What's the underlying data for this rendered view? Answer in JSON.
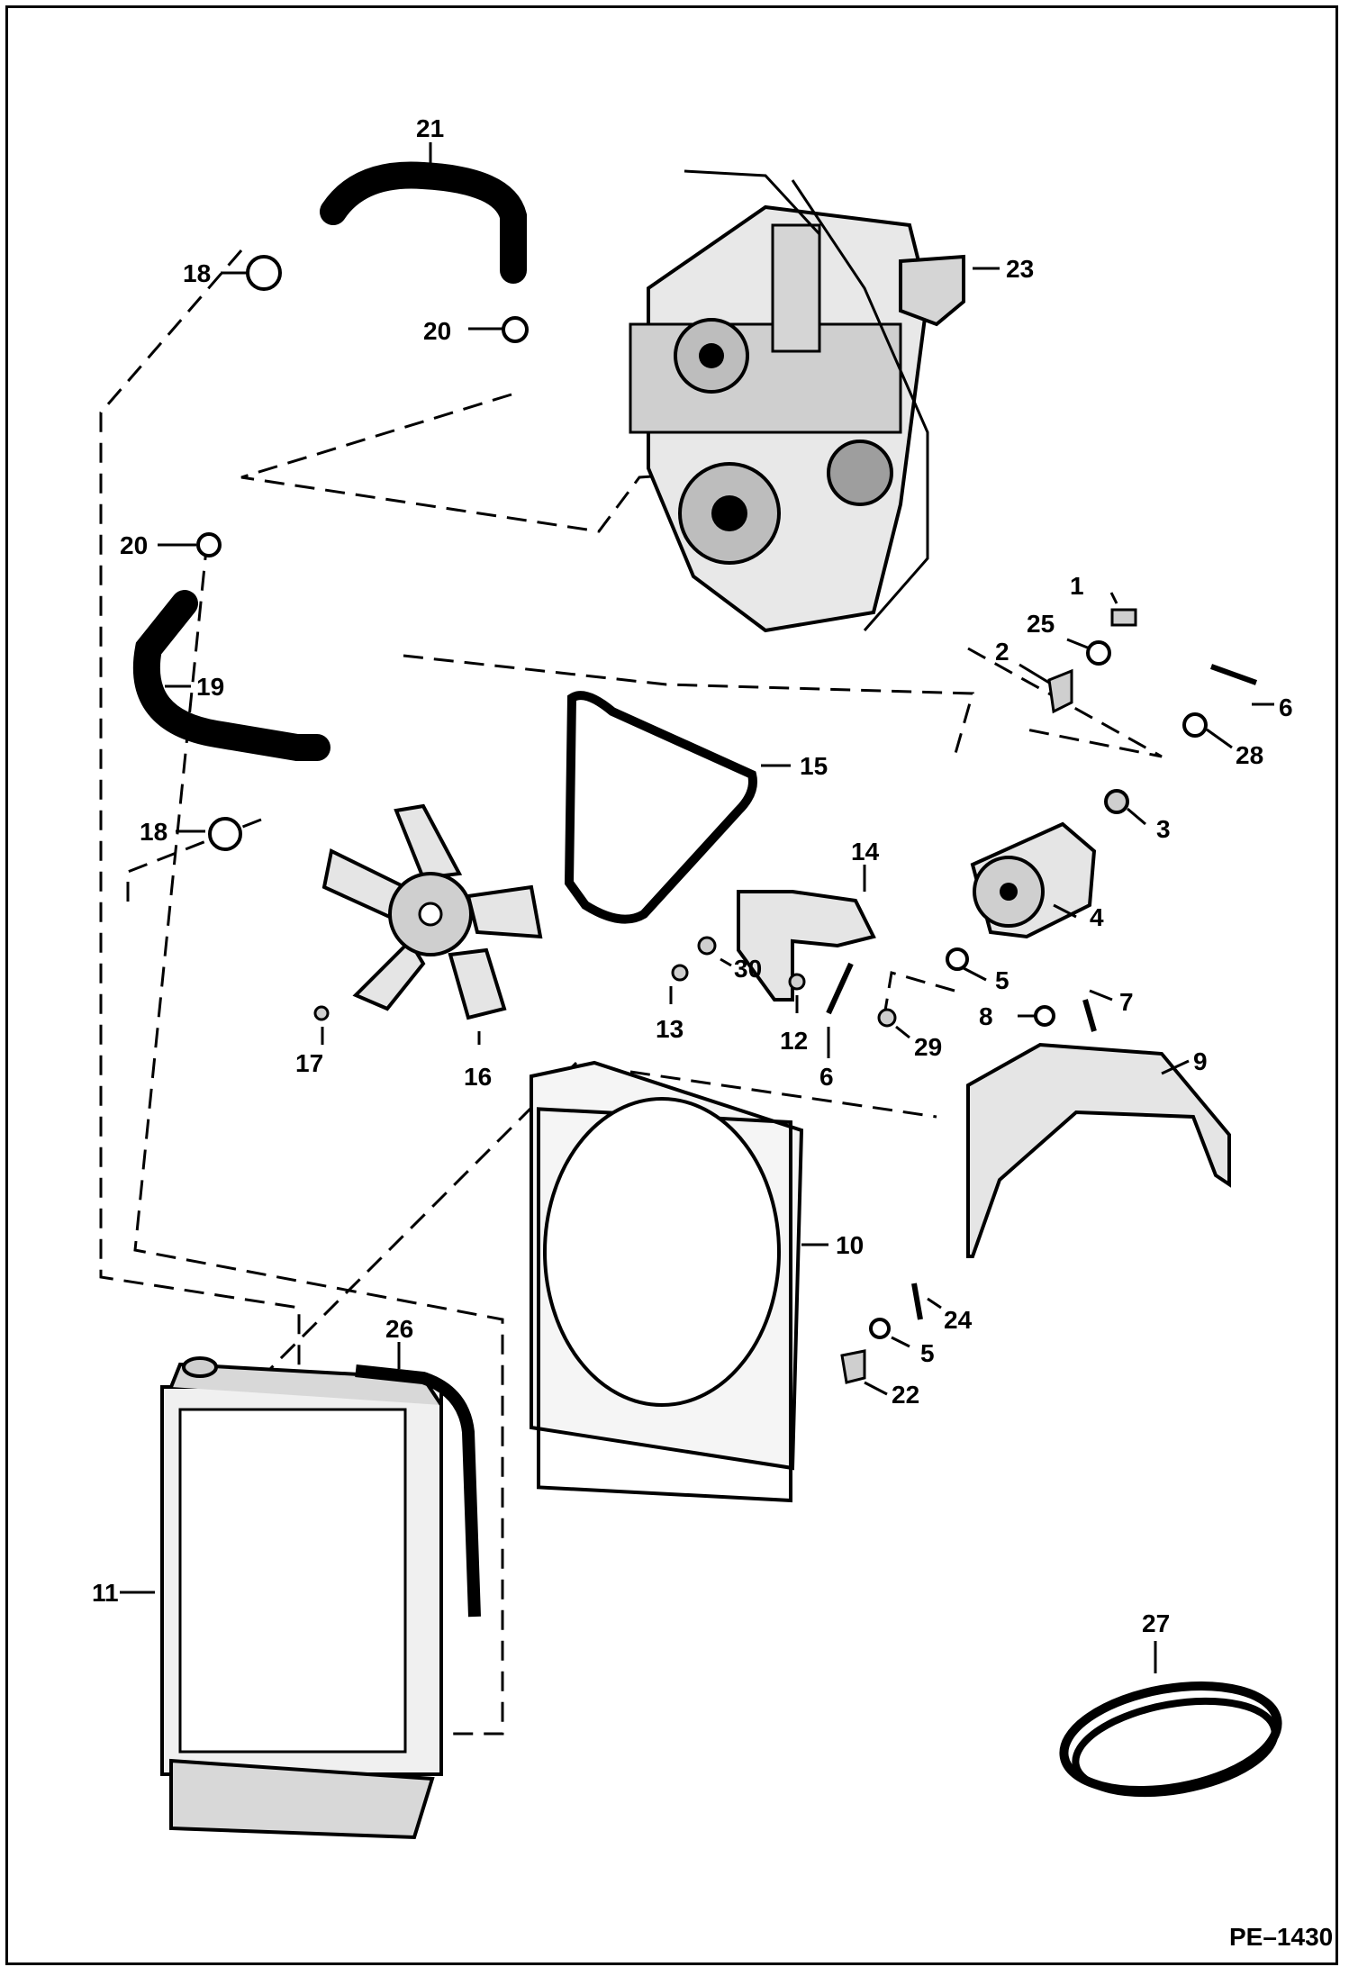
{
  "diagram": {
    "reference": "PE–1430",
    "callouts": [
      "1",
      "2",
      "3",
      "4",
      "5",
      "5",
      "6",
      "6",
      "7",
      "8",
      "9",
      "10",
      "11",
      "12",
      "13",
      "14",
      "15",
      "16",
      "17",
      "18",
      "18",
      "19",
      "20",
      "20",
      "21",
      "22",
      "23",
      "24",
      "25",
      "26",
      "27",
      "28",
      "29",
      "30"
    ]
  }
}
